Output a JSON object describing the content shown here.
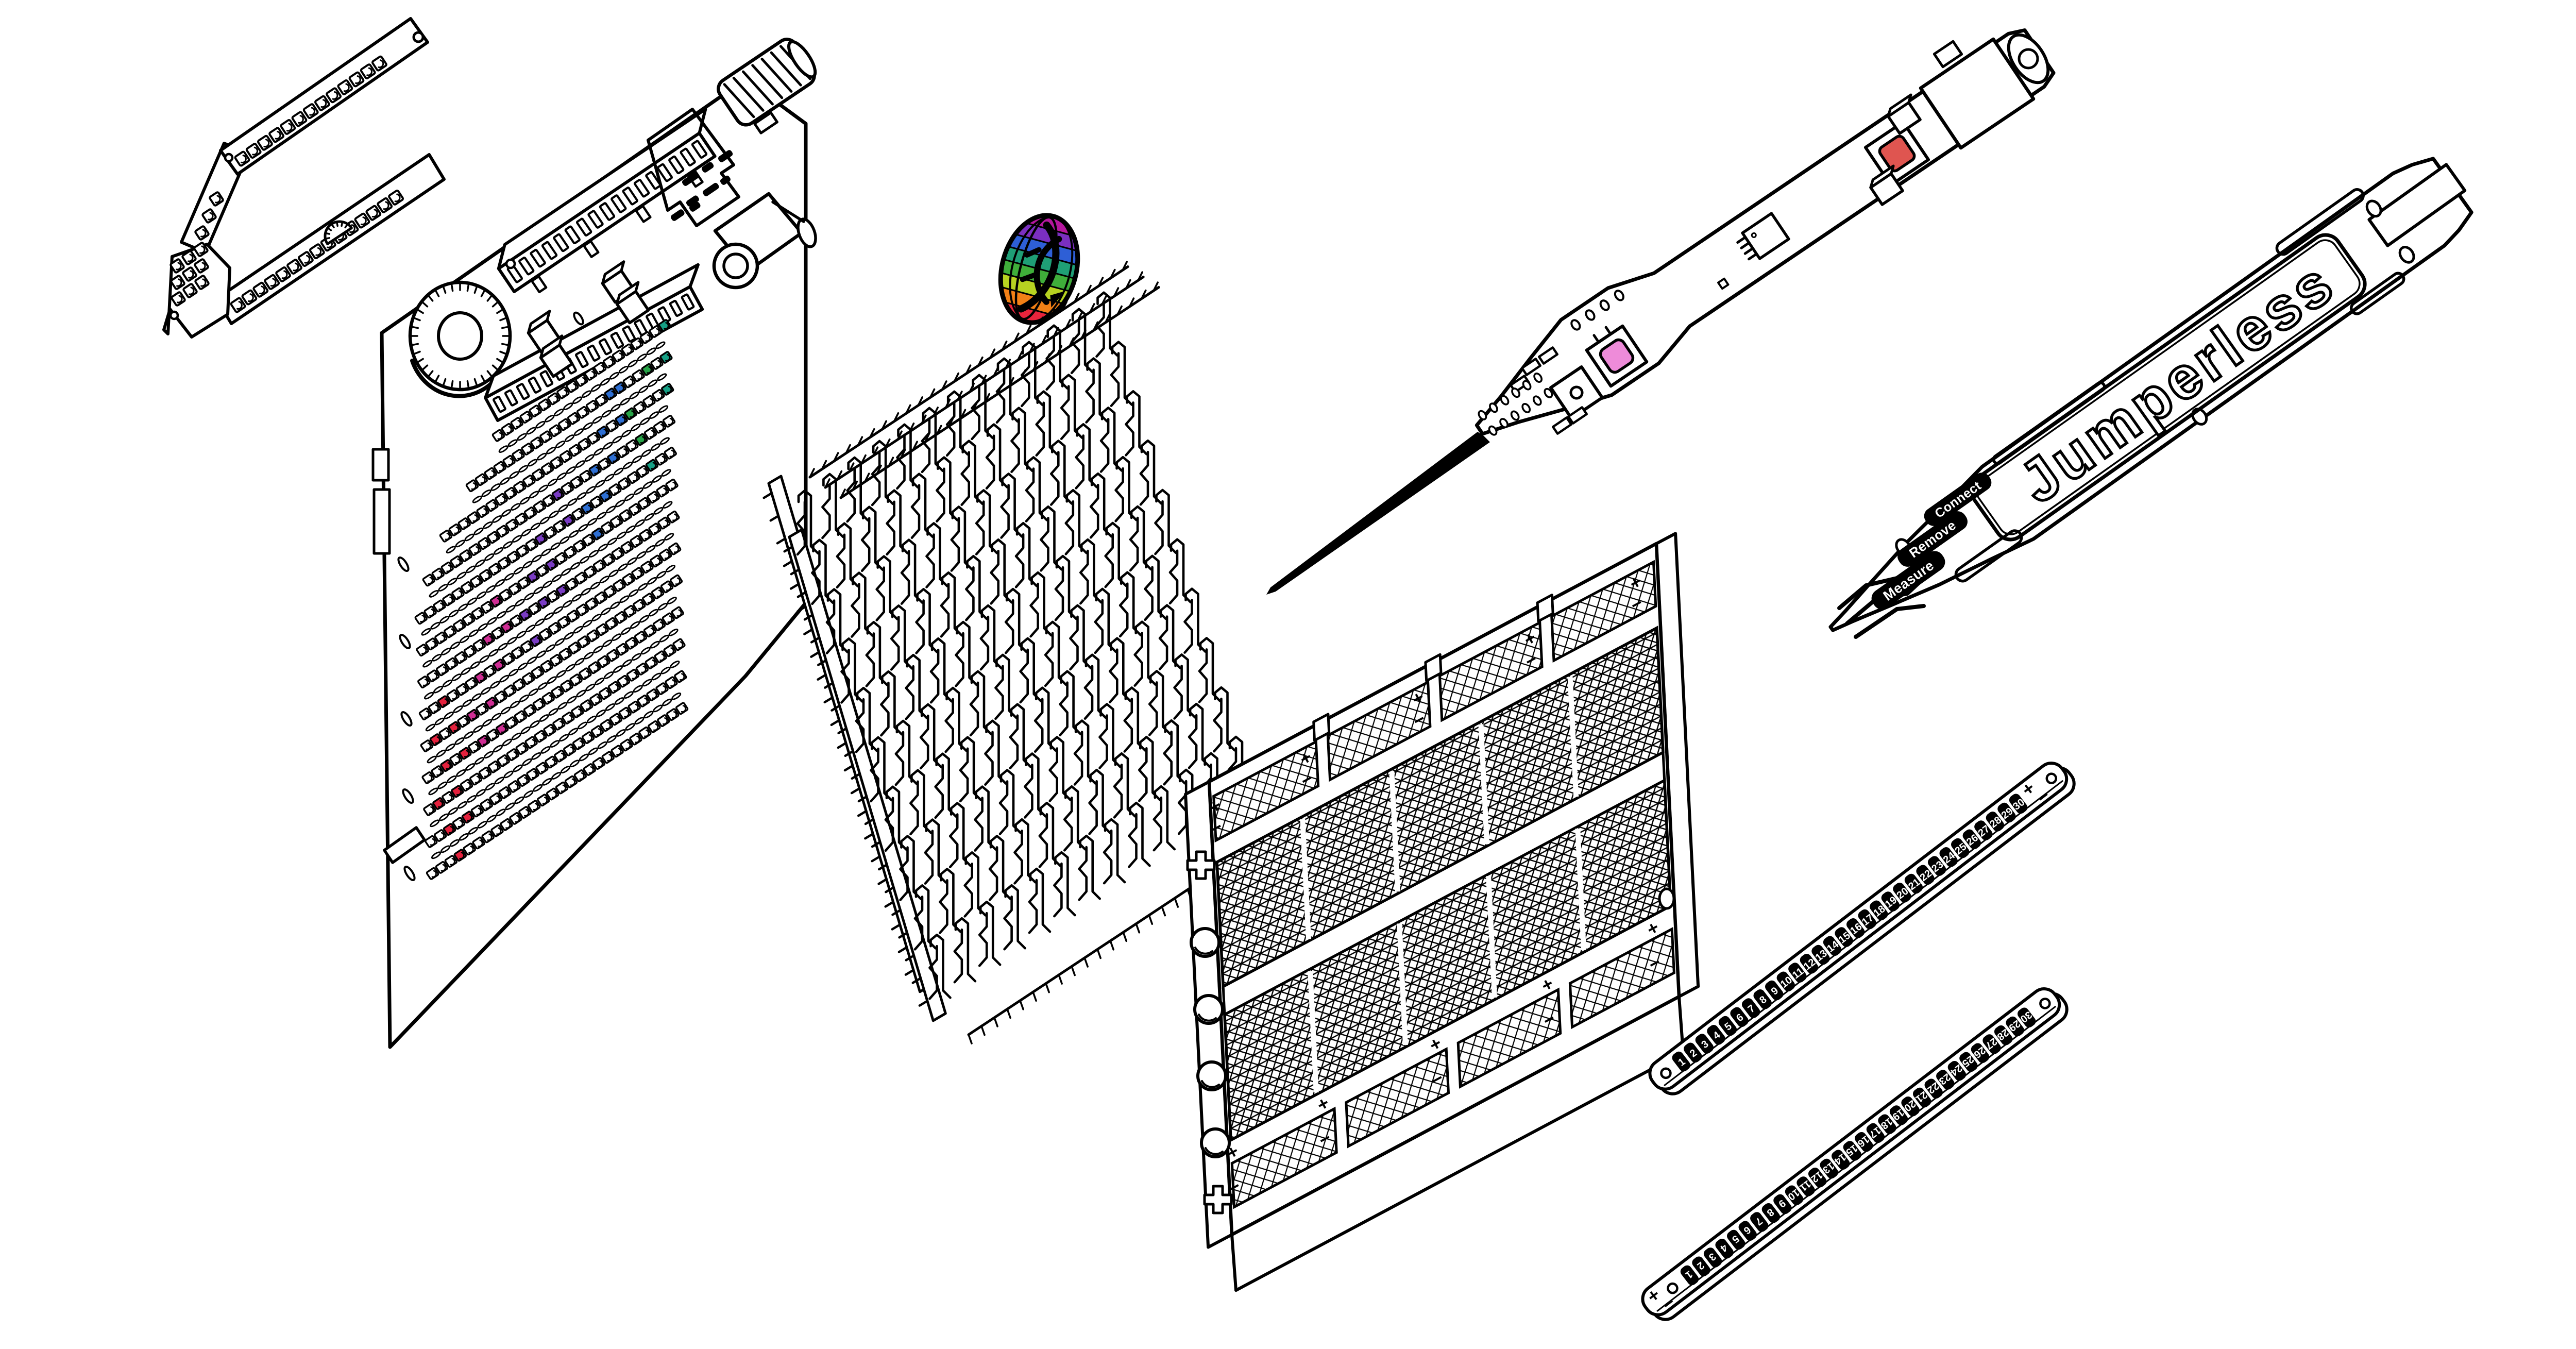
{
  "scene": {
    "background": "#ffffff",
    "ink": "#000000"
  },
  "brand": {
    "cutout_text": "Jumperless"
  },
  "probe_tip_labels": [
    "Connect",
    "Remove",
    "Measure"
  ],
  "symbols": {
    "plus": "+",
    "minus": "−"
  },
  "rails": {
    "numbers": [
      "1",
      "2",
      "3",
      "4",
      "5",
      "6",
      "7",
      "8",
      "9",
      "10",
      "11",
      "12",
      "13",
      "14",
      "15",
      "16",
      "17",
      "18",
      "19",
      "20",
      "21",
      "22",
      "23",
      "24",
      "25",
      "26",
      "27",
      "28",
      "29",
      "30"
    ]
  },
  "logo": {
    "band_colors": [
      "#b5179e",
      "#7b2fc0",
      "#2e5fd6",
      "#1f9f76",
      "#3fae3a",
      "#b7d321",
      "#f28016",
      "#e8243c"
    ]
  },
  "led_matrix": {
    "colors": {
      "red": "#e4213d",
      "magenta": "#cf2d94",
      "purple": "#7a3cc4",
      "blue": "#2e6fd3",
      "green": "#27a347",
      "teal": "#16a085"
    },
    "lit_cells": [
      {
        "r": 0,
        "c": 27,
        "k": "teal"
      },
      {
        "r": 1,
        "c": 27,
        "k": "teal"
      },
      {
        "r": 2,
        "c": 27,
        "k": "teal"
      },
      {
        "r": 4,
        "c": 25,
        "k": "teal"
      },
      {
        "r": 1,
        "c": 25,
        "k": "green"
      },
      {
        "r": 2,
        "c": 23,
        "k": "green"
      },
      {
        "r": 3,
        "c": 24,
        "k": "green"
      },
      {
        "r": 1,
        "c": 21,
        "k": "blue"
      },
      {
        "r": 1,
        "c": 22,
        "k": "blue"
      },
      {
        "r": 2,
        "c": 20,
        "k": "blue"
      },
      {
        "r": 2,
        "c": 22,
        "k": "blue"
      },
      {
        "r": 3,
        "c": 19,
        "k": "blue"
      },
      {
        "r": 3,
        "c": 21,
        "k": "blue"
      },
      {
        "r": 4,
        "c": 18,
        "k": "blue"
      },
      {
        "r": 4,
        "c": 20,
        "k": "blue"
      },
      {
        "r": 5,
        "c": 19,
        "k": "blue"
      },
      {
        "r": 3,
        "c": 15,
        "k": "purple"
      },
      {
        "r": 4,
        "c": 13,
        "k": "purple"
      },
      {
        "r": 4,
        "c": 16,
        "k": "purple"
      },
      {
        "r": 5,
        "c": 12,
        "k": "purple"
      },
      {
        "r": 5,
        "c": 14,
        "k": "purple"
      },
      {
        "r": 6,
        "c": 11,
        "k": "purple"
      },
      {
        "r": 6,
        "c": 13,
        "k": "purple"
      },
      {
        "r": 6,
        "c": 15,
        "k": "purple"
      },
      {
        "r": 7,
        "c": 12,
        "k": "purple"
      },
      {
        "r": 5,
        "c": 8,
        "k": "magenta"
      },
      {
        "r": 6,
        "c": 7,
        "k": "magenta"
      },
      {
        "r": 6,
        "c": 9,
        "k": "magenta"
      },
      {
        "r": 7,
        "c": 6,
        "k": "magenta"
      },
      {
        "r": 7,
        "c": 8,
        "k": "magenta"
      },
      {
        "r": 8,
        "c": 5,
        "k": "magenta"
      },
      {
        "r": 8,
        "c": 7,
        "k": "magenta"
      },
      {
        "r": 9,
        "c": 6,
        "k": "magenta"
      },
      {
        "r": 9,
        "c": 8,
        "k": "magenta"
      },
      {
        "r": 7,
        "c": 2,
        "k": "red"
      },
      {
        "r": 8,
        "c": 1,
        "k": "red"
      },
      {
        "r": 8,
        "c": 3,
        "k": "red"
      },
      {
        "r": 9,
        "c": 2,
        "k": "red"
      },
      {
        "r": 9,
        "c": 4,
        "k": "red"
      },
      {
        "r": 10,
        "c": 1,
        "k": "red"
      },
      {
        "r": 10,
        "c": 3,
        "k": "red"
      },
      {
        "r": 11,
        "c": 2,
        "k": "red"
      },
      {
        "r": 11,
        "c": 4,
        "k": "red"
      },
      {
        "r": 12,
        "c": 3,
        "k": "red"
      }
    ]
  },
  "probe": {
    "pink_button": "#ee8bd9",
    "red_button": "#df5550"
  }
}
